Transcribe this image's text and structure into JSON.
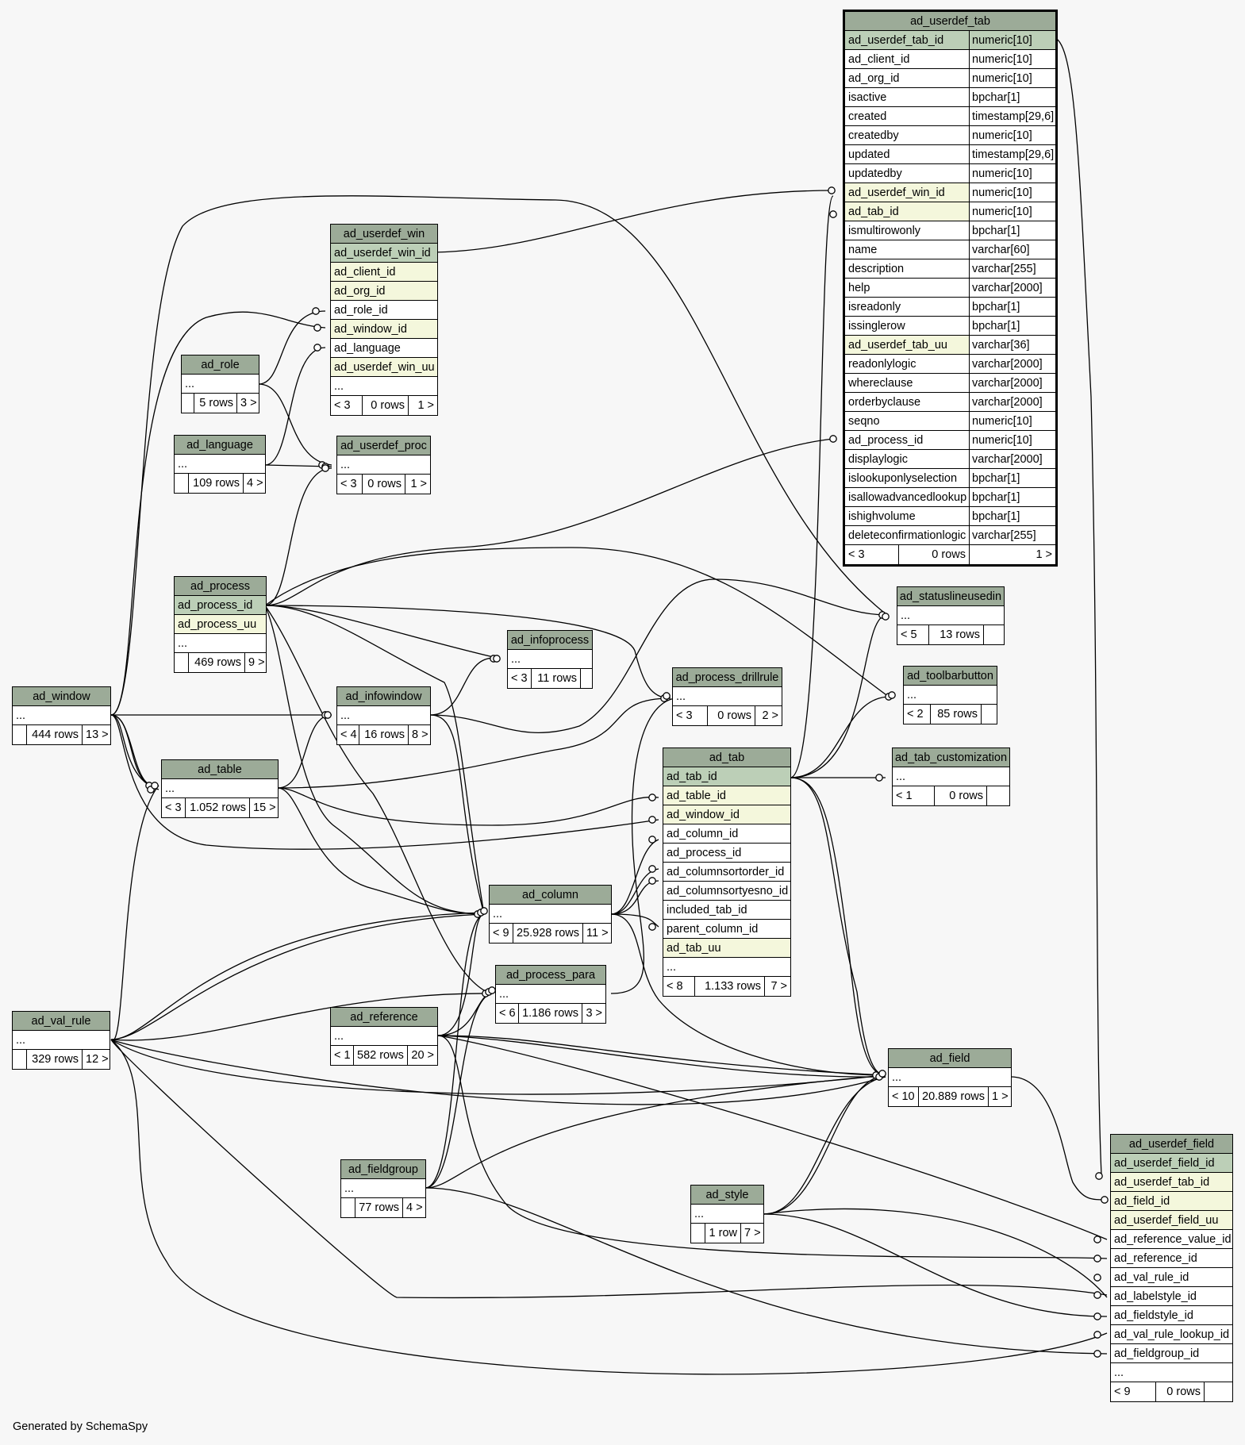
{
  "footer": "Generated by SchemaSpy",
  "tables": {
    "ad_userdef_tab": {
      "name": "ad_userdef_tab",
      "columns": [
        {
          "name": "ad_userdef_tab_id",
          "type": "numeric[10]"
        },
        {
          "name": "ad_client_id",
          "type": "numeric[10]"
        },
        {
          "name": "ad_org_id",
          "type": "numeric[10]"
        },
        {
          "name": "isactive",
          "type": "bpchar[1]"
        },
        {
          "name": "created",
          "type": "timestamp[29,6]"
        },
        {
          "name": "createdby",
          "type": "numeric[10]"
        },
        {
          "name": "updated",
          "type": "timestamp[29,6]"
        },
        {
          "name": "updatedby",
          "type": "numeric[10]"
        },
        {
          "name": "ad_userdef_win_id",
          "type": "numeric[10]"
        },
        {
          "name": "ad_tab_id",
          "type": "numeric[10]"
        },
        {
          "name": "ismultirowonly",
          "type": "bpchar[1]"
        },
        {
          "name": "name",
          "type": "varchar[60]"
        },
        {
          "name": "description",
          "type": "varchar[255]"
        },
        {
          "name": "help",
          "type": "varchar[2000]"
        },
        {
          "name": "isreadonly",
          "type": "bpchar[1]"
        },
        {
          "name": "issinglerow",
          "type": "bpchar[1]"
        },
        {
          "name": "ad_userdef_tab_uu",
          "type": "varchar[36]"
        },
        {
          "name": "readonlylogic",
          "type": "varchar[2000]"
        },
        {
          "name": "whereclause",
          "type": "varchar[2000]"
        },
        {
          "name": "orderbyclause",
          "type": "varchar[2000]"
        },
        {
          "name": "seqno",
          "type": "numeric[10]"
        },
        {
          "name": "ad_process_id",
          "type": "numeric[10]"
        },
        {
          "name": "displaylogic",
          "type": "varchar[2000]"
        },
        {
          "name": "islookuponlyselection",
          "type": "bpchar[1]"
        },
        {
          "name": "isallowadvancedlookup",
          "type": "bpchar[1]"
        },
        {
          "name": "ishighvolume",
          "type": "bpchar[1]"
        },
        {
          "name": "deleteconfirmationlogic",
          "type": "varchar[255]"
        }
      ],
      "footer": {
        "parents": "< 3",
        "rows": "0 rows",
        "children": "1 >"
      }
    },
    "ad_userdef_win": {
      "name": "ad_userdef_win",
      "columns": [
        "ad_userdef_win_id",
        "ad_client_id",
        "ad_org_id",
        "ad_role_id",
        "ad_window_id",
        "ad_language",
        "ad_userdef_win_uu",
        "..."
      ],
      "footer": {
        "parents": "< 3",
        "rows": "0 rows",
        "children": "1 >"
      }
    },
    "ad_role": {
      "name": "ad_role",
      "columns": [
        "..."
      ],
      "footer": {
        "parents": "",
        "rows": "5 rows",
        "children": "3 >"
      }
    },
    "ad_language": {
      "name": "ad_language",
      "columns": [
        "..."
      ],
      "footer": {
        "parents": "",
        "rows": "109 rows",
        "children": "4 >"
      }
    },
    "ad_userdef_proc": {
      "name": "ad_userdef_proc",
      "columns": [
        "..."
      ],
      "footer": {
        "parents": "< 3",
        "rows": "0 rows",
        "children": "1 >"
      }
    },
    "ad_process": {
      "name": "ad_process",
      "columns": [
        "ad_process_id",
        "ad_process_uu",
        "..."
      ],
      "footer": {
        "parents": "",
        "rows": "469 rows",
        "children": "9 >"
      }
    },
    "ad_infoprocess": {
      "name": "ad_infoprocess",
      "columns": [
        "..."
      ],
      "footer": {
        "parents": "< 3",
        "rows": "11 rows",
        "children": ""
      }
    },
    "ad_statuslineusedin": {
      "name": "ad_statuslineusedin",
      "columns": [
        "..."
      ],
      "footer": {
        "parents": "< 5",
        "rows": "13 rows",
        "children": ""
      }
    },
    "ad_toolbarbutton": {
      "name": "ad_toolbarbutton",
      "columns": [
        "..."
      ],
      "footer": {
        "parents": "< 2",
        "rows": "85 rows",
        "children": ""
      }
    },
    "ad_process_drillrule": {
      "name": "ad_process_drillrule",
      "columns": [
        "..."
      ],
      "footer": {
        "parents": "< 3",
        "rows": "0 rows",
        "children": "2 >"
      }
    },
    "ad_window": {
      "name": "ad_window",
      "columns": [
        "..."
      ],
      "footer": {
        "parents": "",
        "rows": "444 rows",
        "children": "13 >"
      }
    },
    "ad_infowindow": {
      "name": "ad_infowindow",
      "columns": [
        "..."
      ],
      "footer": {
        "parents": "< 4",
        "rows": "16 rows",
        "children": "8 >"
      }
    },
    "ad_table": {
      "name": "ad_table",
      "columns": [
        "..."
      ],
      "footer": {
        "parents": "< 3",
        "rows": "1.052 rows",
        "children": "15 >"
      }
    },
    "ad_tab": {
      "name": "ad_tab",
      "columns": [
        "ad_tab_id",
        "ad_table_id",
        "ad_window_id",
        "ad_column_id",
        "ad_process_id",
        "ad_columnsortorder_id",
        "ad_columnsortyesno_id",
        "included_tab_id",
        "parent_column_id",
        "ad_tab_uu",
        "..."
      ],
      "footer": {
        "parents": "< 8",
        "rows": "1.133 rows",
        "children": "7 >"
      }
    },
    "ad_tab_customization": {
      "name": "ad_tab_customization",
      "columns": [
        "..."
      ],
      "footer": {
        "parents": "< 1",
        "rows": "0 rows",
        "children": ""
      }
    },
    "ad_column": {
      "name": "ad_column",
      "columns": [
        "..."
      ],
      "footer": {
        "parents": "< 9",
        "rows": "25.928 rows",
        "children": "11 >"
      }
    },
    "ad_process_para": {
      "name": "ad_process_para",
      "columns": [
        "..."
      ],
      "footer": {
        "parents": "< 6",
        "rows": "1.186 rows",
        "children": "3 >"
      }
    },
    "ad_val_rule": {
      "name": "ad_val_rule",
      "columns": [
        "..."
      ],
      "footer": {
        "parents": "",
        "rows": "329 rows",
        "children": "12 >"
      }
    },
    "ad_reference": {
      "name": "ad_reference",
      "columns": [
        "..."
      ],
      "footer": {
        "parents": "< 1",
        "rows": "582 rows",
        "children": "20 >"
      }
    },
    "ad_field": {
      "name": "ad_field",
      "columns": [
        "..."
      ],
      "footer": {
        "parents": "< 10",
        "rows": "20.889 rows",
        "children": "1 >"
      }
    },
    "ad_fieldgroup": {
      "name": "ad_fieldgroup",
      "columns": [
        "..."
      ],
      "footer": {
        "parents": "",
        "rows": "77 rows",
        "children": "4 >"
      }
    },
    "ad_style": {
      "name": "ad_style",
      "columns": [
        "..."
      ],
      "footer": {
        "parents": "",
        "rows": "1 row",
        "children": "7 >"
      }
    },
    "ad_userdef_field": {
      "name": "ad_userdef_field",
      "columns": [
        "ad_userdef_field_id",
        "ad_userdef_tab_id",
        "ad_field_id",
        "ad_userdef_field_uu",
        "ad_reference_value_id",
        "ad_reference_id",
        "ad_val_rule_id",
        "ad_labelstyle_id",
        "ad_fieldstyle_id",
        "ad_val_rule_lookup_id",
        "ad_fieldgroup_id",
        "..."
      ],
      "footer": {
        "parents": "< 9",
        "rows": "0 rows",
        "children": ""
      }
    }
  }
}
